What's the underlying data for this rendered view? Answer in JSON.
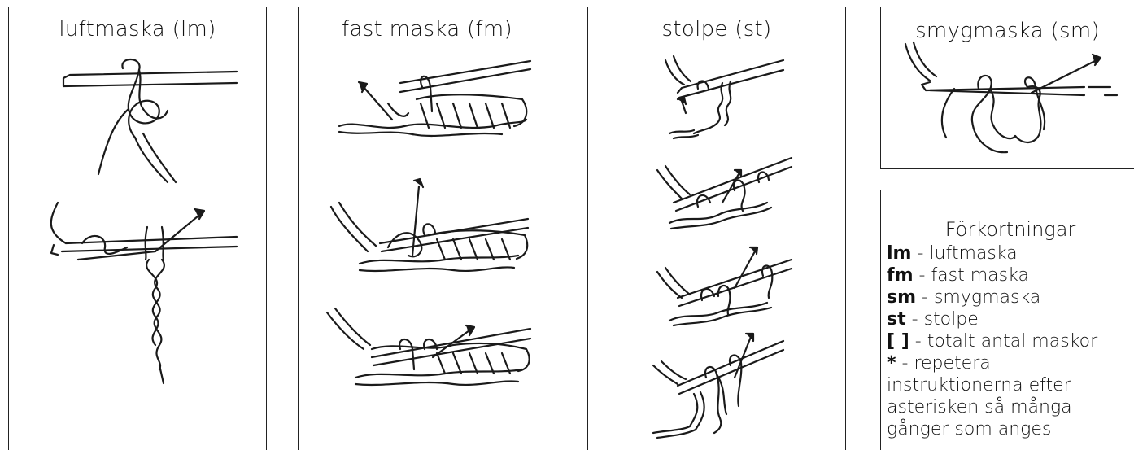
{
  "panels": {
    "chain": {
      "title": "luftmaska (lm)"
    },
    "single": {
      "title": "fast maska (fm)"
    },
    "double": {
      "title": "stolpe (st)"
    },
    "slip": {
      "title": "smygmaska (sm)"
    }
  },
  "legend": {
    "title": "Förkortningar",
    "items": [
      {
        "abbr": "lm",
        "sep": " - ",
        "text": "luftmaska"
      },
      {
        "abbr": "fm",
        "sep": " - ",
        "text": "fast maska"
      },
      {
        "abbr": "sm",
        "sep": " - ",
        "text": "smygmaska"
      },
      {
        "abbr": "st",
        "sep": " - ",
        "text": "stolpe"
      },
      {
        "abbr": "[ ]",
        "sep": " - ",
        "text": "totalt antal maskor"
      },
      {
        "abbr": "*",
        "sep": " - ",
        "text": "repetera"
      }
    ],
    "continuation": [
      "instruktionerna efter",
      "asterisken så många",
      "gånger som anges"
    ]
  }
}
